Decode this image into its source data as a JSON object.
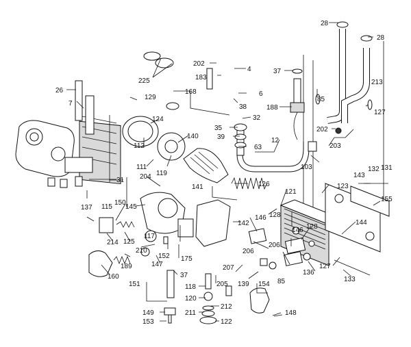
{
  "diagram": {
    "labels": [
      "28",
      "28",
      "4",
      "202",
      "183",
      "225",
      "37",
      "213",
      "6",
      "168",
      "38",
      "26",
      "129",
      "188",
      "85",
      "7",
      "127",
      "32",
      "35",
      "124",
      "140",
      "202",
      "39",
      "63",
      "12",
      "203",
      "112",
      "111",
      "119",
      "103",
      "204",
      "126",
      "143",
      "132",
      "131",
      "141",
      "123",
      "121",
      "31",
      "155",
      "145",
      "150",
      "137",
      "115",
      "142",
      "146",
      "128",
      "144",
      "128",
      "146",
      "206",
      "125",
      "214",
      "117",
      "206",
      "210",
      "152",
      "175",
      "207",
      "189",
      "147",
      "85",
      "136",
      "127",
      "37",
      "133",
      "160",
      "154",
      "205",
      "151",
      "118",
      "139",
      "120",
      "212",
      "211",
      "149",
      "148",
      "153",
      "122"
    ]
  }
}
